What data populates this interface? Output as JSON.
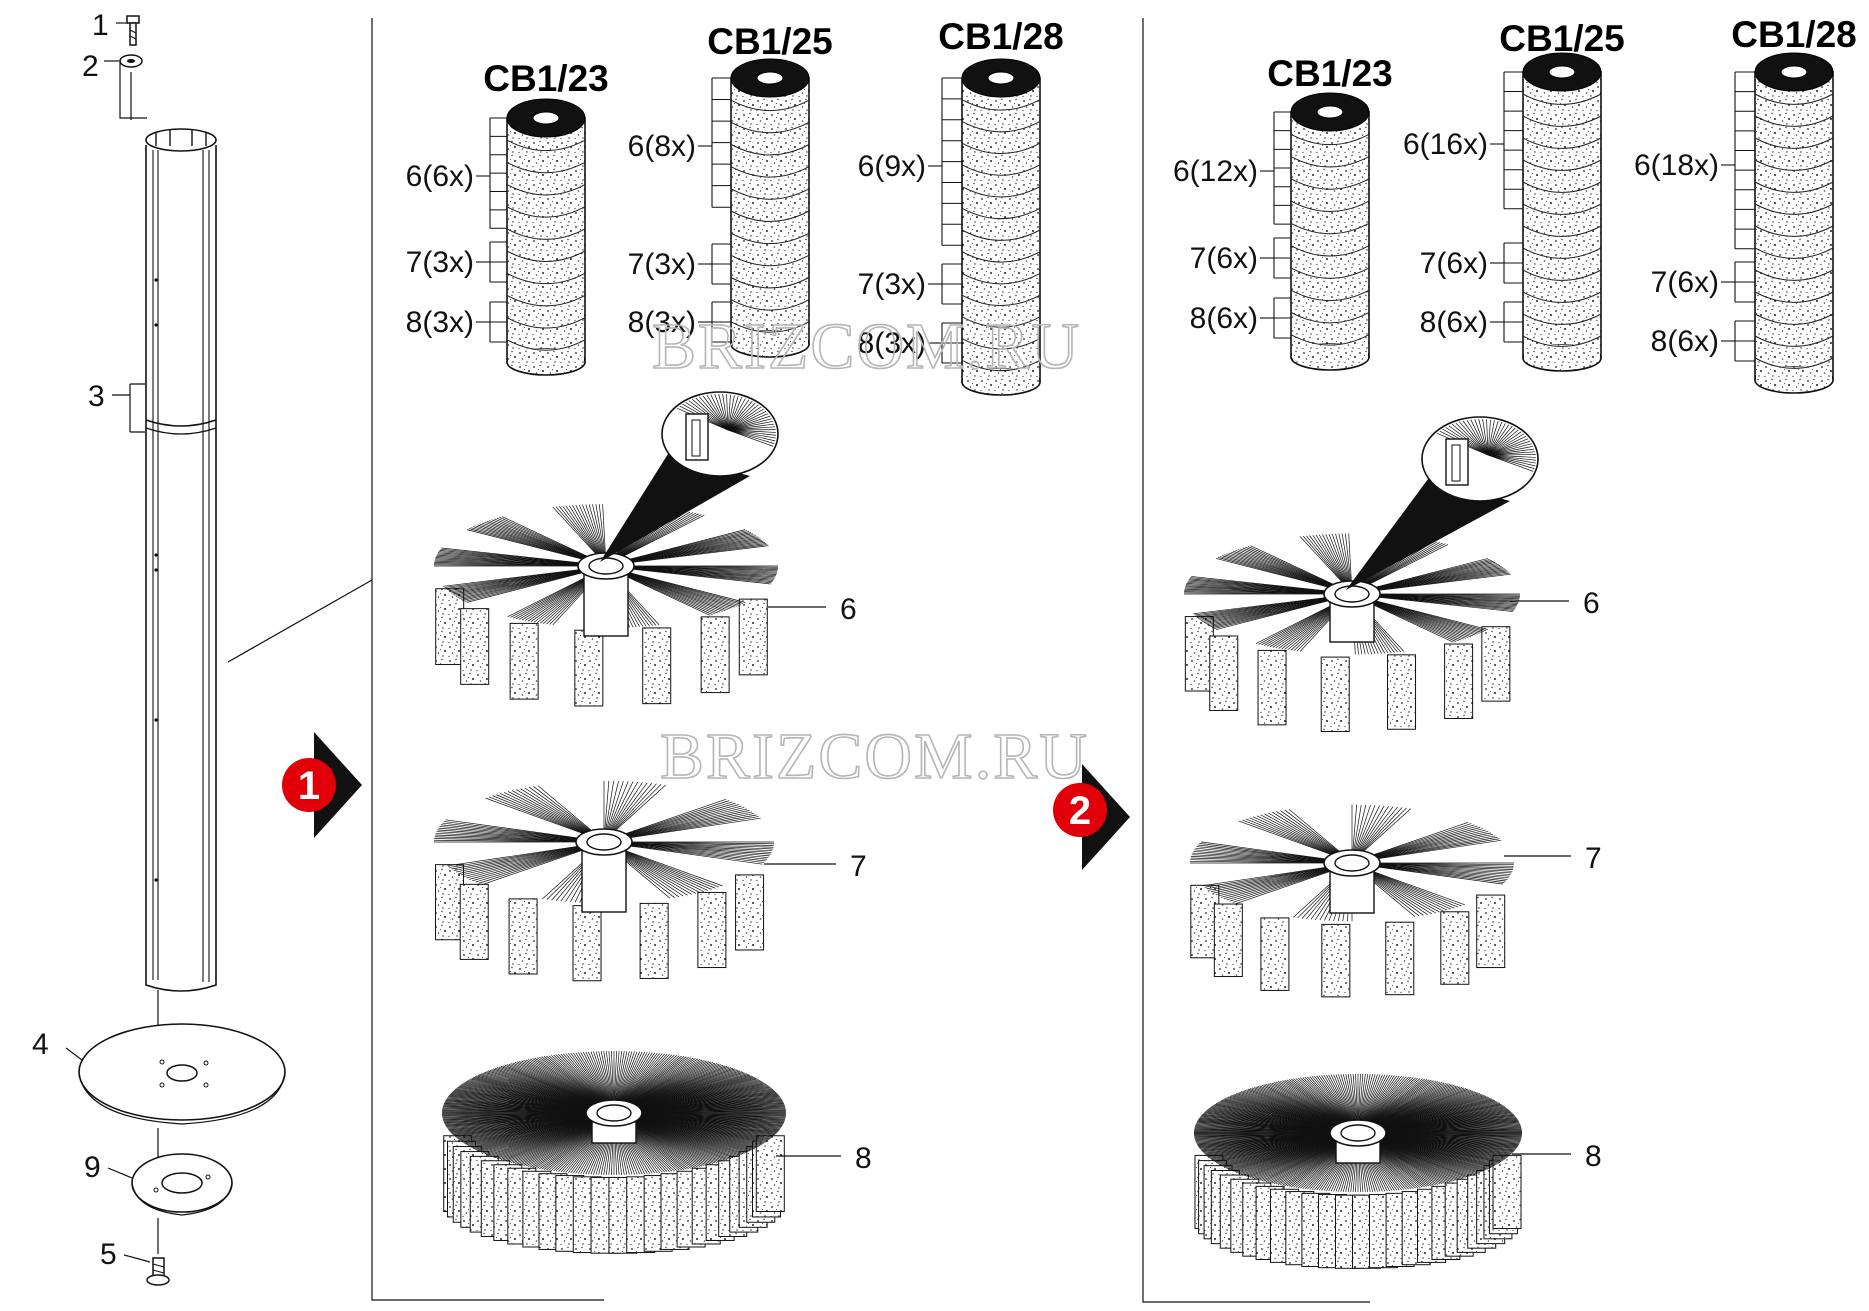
{
  "diagram": {
    "part_labels": [
      "1",
      "2",
      "3",
      "4",
      "9",
      "5"
    ],
    "badges": [
      "1",
      "2"
    ],
    "watermark": "BRIZCOM.RU",
    "groups": [
      {
        "columns": [
          {
            "title": "CB1/23",
            "callouts": [
              "6(6x)",
              "7(3x)",
              "8(3x)"
            ]
          },
          {
            "title": "CB1/25",
            "callouts": [
              "6(8x)",
              "7(3x)",
              "8(3x)"
            ]
          },
          {
            "title": "CB1/28",
            "callouts": [
              "6(9x)",
              "7(3x)",
              "8(3x)"
            ]
          }
        ],
        "brush_labels": [
          "6",
          "7",
          "8"
        ]
      },
      {
        "columns": [
          {
            "title": "CB1/23",
            "callouts": [
              "6(12x)",
              "7(6x)",
              "8(6x)"
            ]
          },
          {
            "title": "CB1/25",
            "callouts": [
              "6(16x)",
              "7(6x)",
              "8(6x)"
            ]
          },
          {
            "title": "CB1/28",
            "callouts": [
              "6(18x)",
              "7(6x)",
              "8(6x)"
            ]
          }
        ],
        "brush_labels": [
          "6",
          "7",
          "8"
        ]
      }
    ]
  }
}
